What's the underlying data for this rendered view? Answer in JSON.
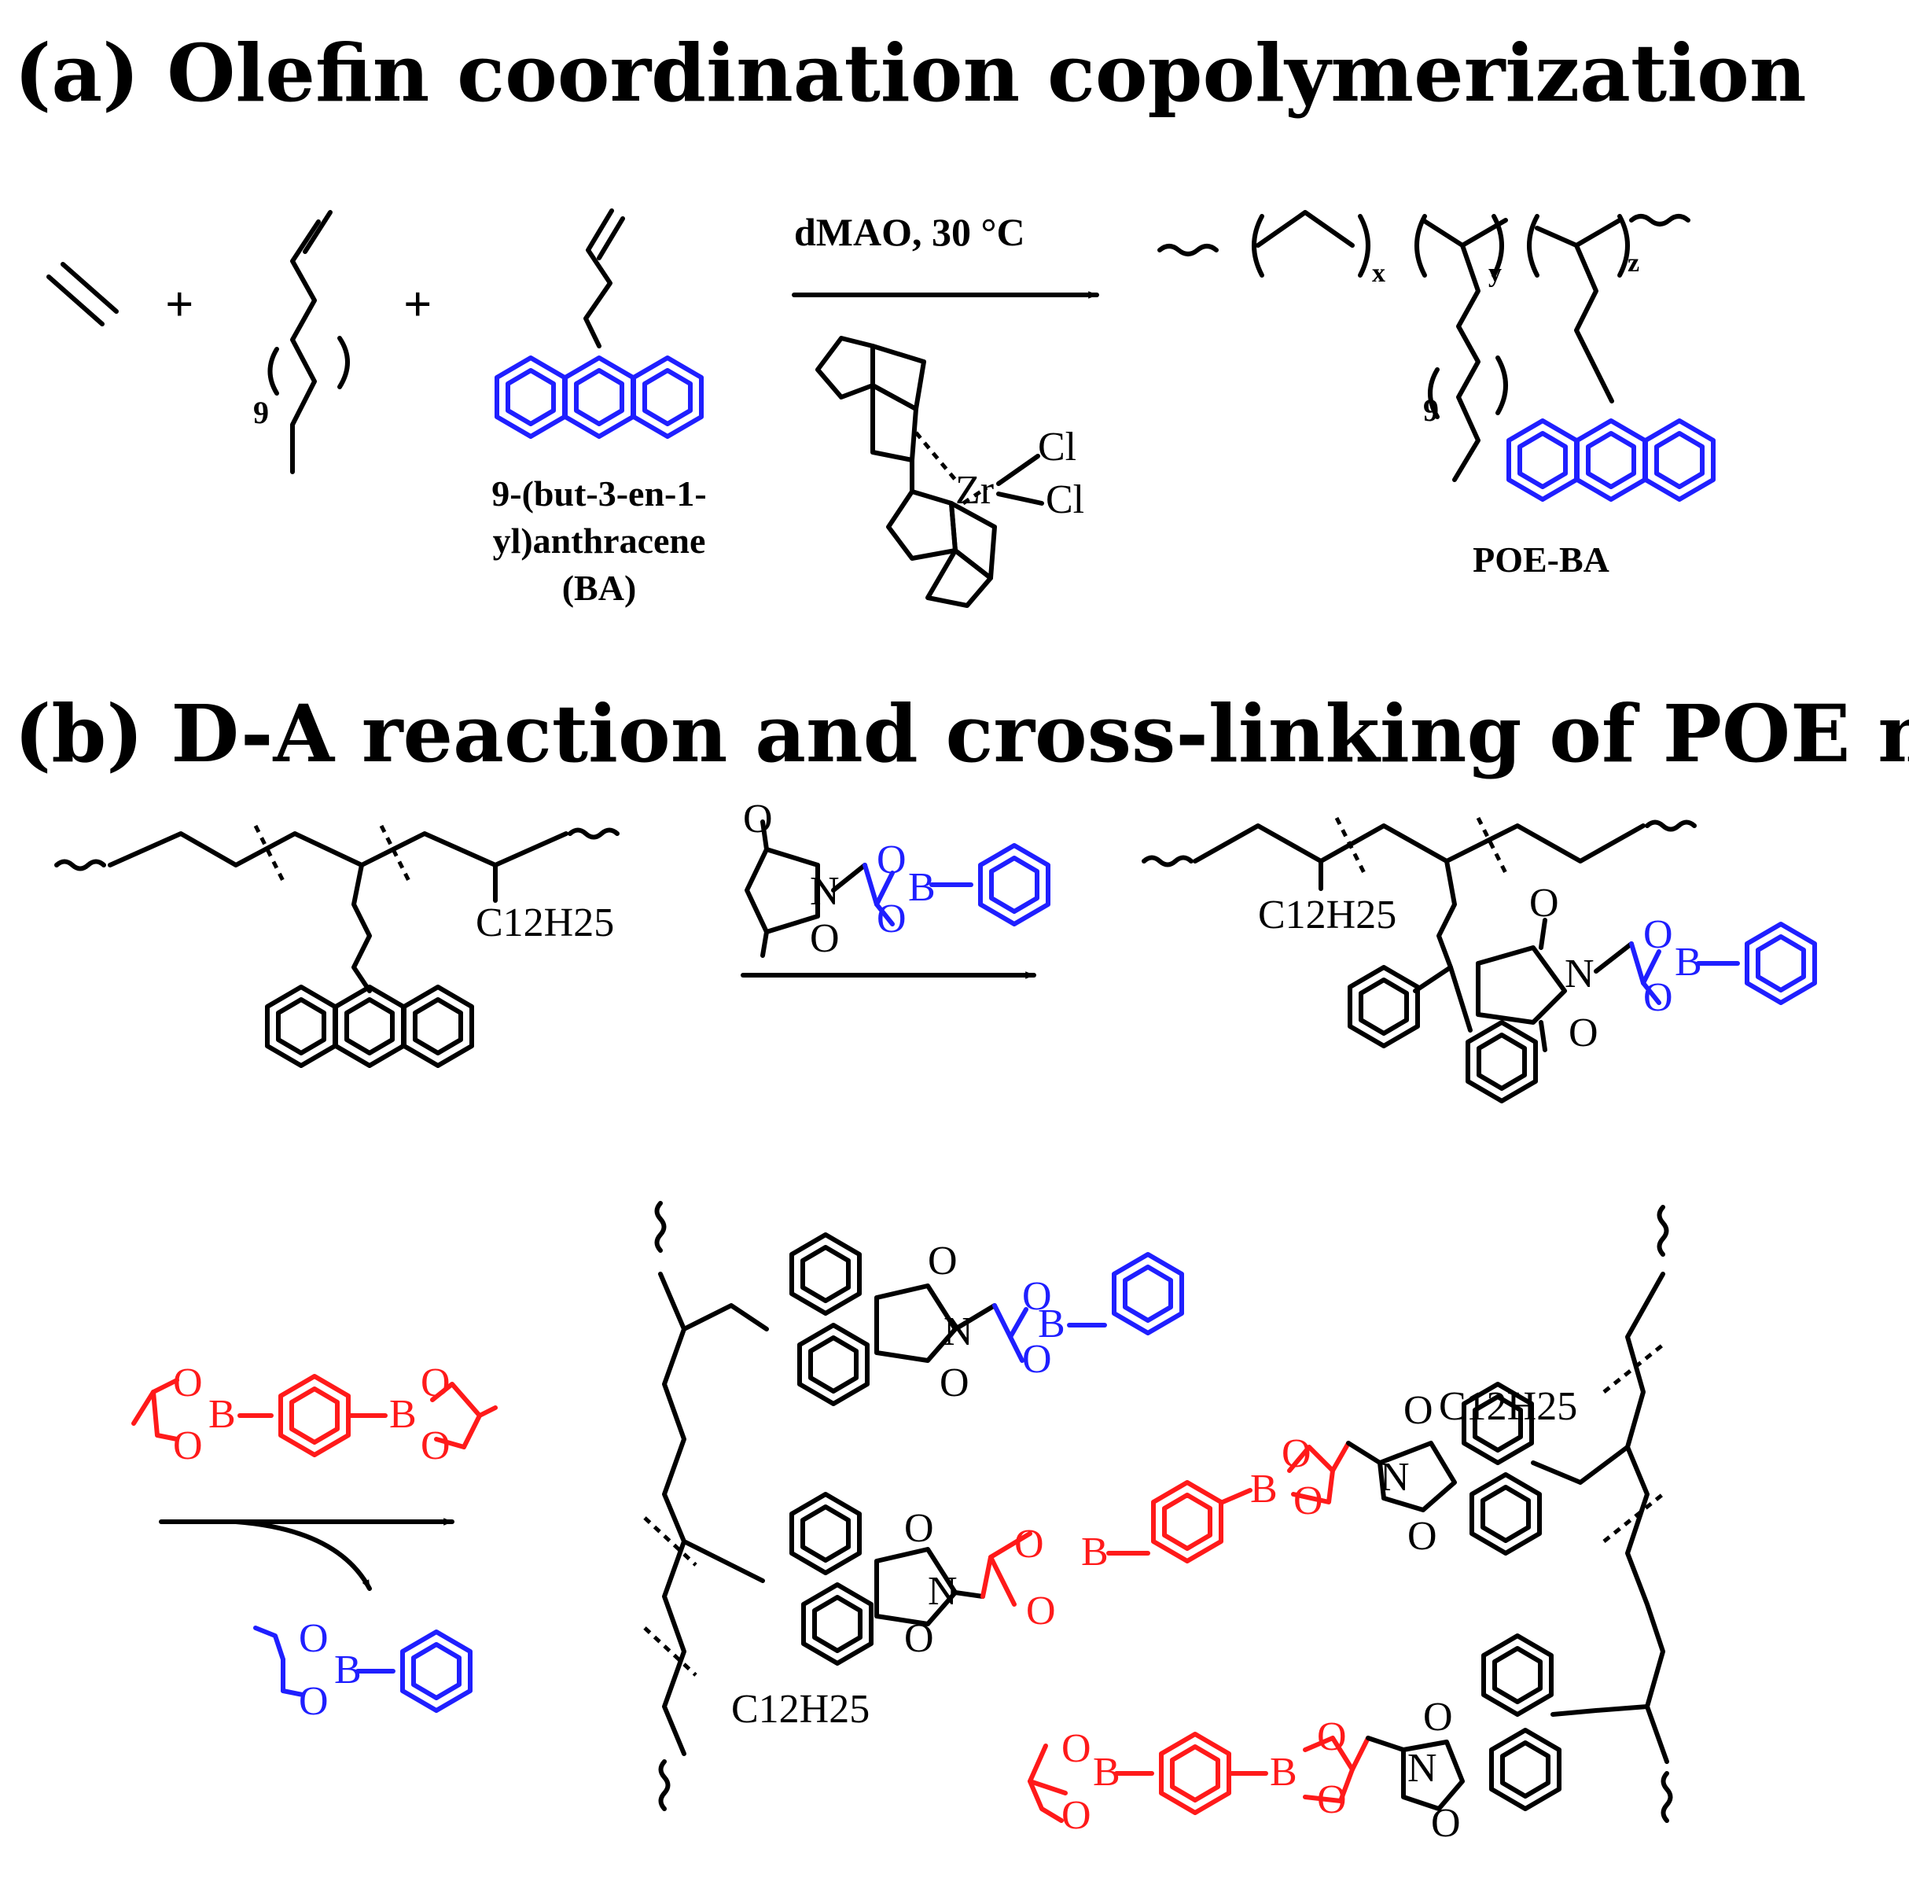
{
  "panel_a": {
    "title": "(a)  Olefin coordination copolymerization",
    "plus": "+",
    "dodecene_repeat": "9",
    "ba_name_line1": "9-(but-3-en-1-",
    "ba_name_line2": "yl)anthracene",
    "ba_name_line3": "(BA)",
    "conditions": "dMAO, 30 °C",
    "catalyst_metal": "Zr",
    "catalyst_ligand": "Cl",
    "subscript_x": "x",
    "subscript_y": "y",
    "subscript_z": "z",
    "product_repeat": "9",
    "product_name": "POE-BA"
  },
  "panel_b": {
    "title": "(b)  D-A reaction and cross-linking of POE materials",
    "alkyl": "C12H25",
    "atom_o": "O",
    "atom_n": "N",
    "atom_b": "B"
  },
  "colors": {
    "blue": "#1f1fff",
    "red": "#ff1a1a",
    "black": "#000000"
  }
}
